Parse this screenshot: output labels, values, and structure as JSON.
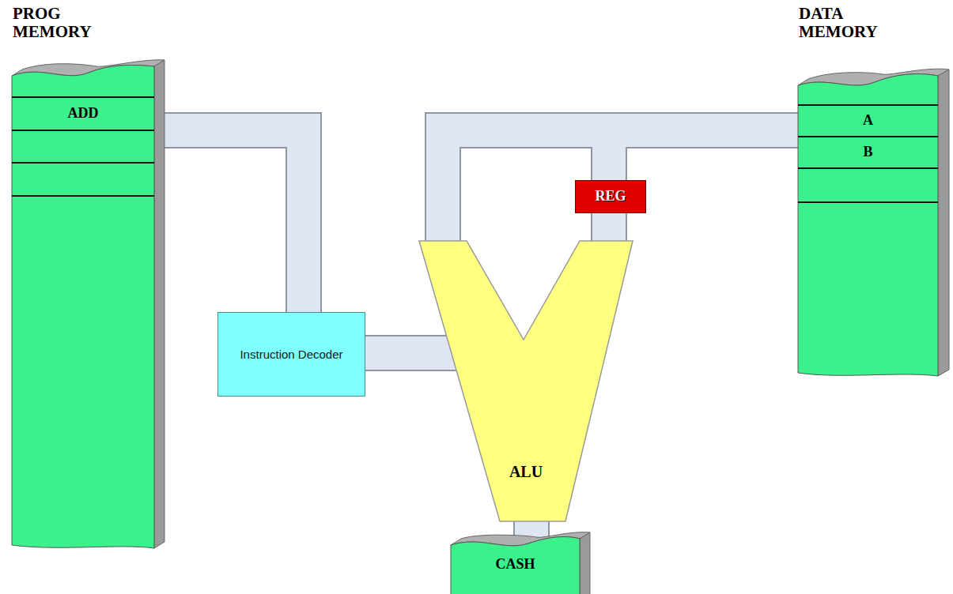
{
  "diagram": {
    "nodes": [
      {
        "text": [
          "PROG MEMORY"
        ]
      },
      {
        "text": [
          "ADD"
        ],
        "in": 0
      },
      {
        "text": [
          "DATA MEMORY"
        ]
      },
      {
        "text": [
          "A"
        ],
        "in": 2
      },
      {
        "text": [
          "B"
        ],
        "in": 2
      },
      {
        "text": [
          "REG"
        ]
      },
      {
        "text": [
          "Instruction Decoder"
        ]
      },
      {
        "text": [
          "ALU"
        ]
      },
      {
        "text": [
          "CASH"
        ]
      }
    ],
    "edges": [
      {
        "from": 0,
        "to": 6,
        "arrow": "none"
      },
      {
        "from": 6,
        "to": 7,
        "arrow": "none"
      },
      {
        "from": 2,
        "to": 7,
        "arrow": "none"
      },
      {
        "from": 2,
        "to": 5,
        "arrow": "none"
      },
      {
        "from": 5,
        "to": 7,
        "arrow": "none"
      },
      {
        "from": 7,
        "to": 8,
        "arrow": "none"
      }
    ]
  }
}
